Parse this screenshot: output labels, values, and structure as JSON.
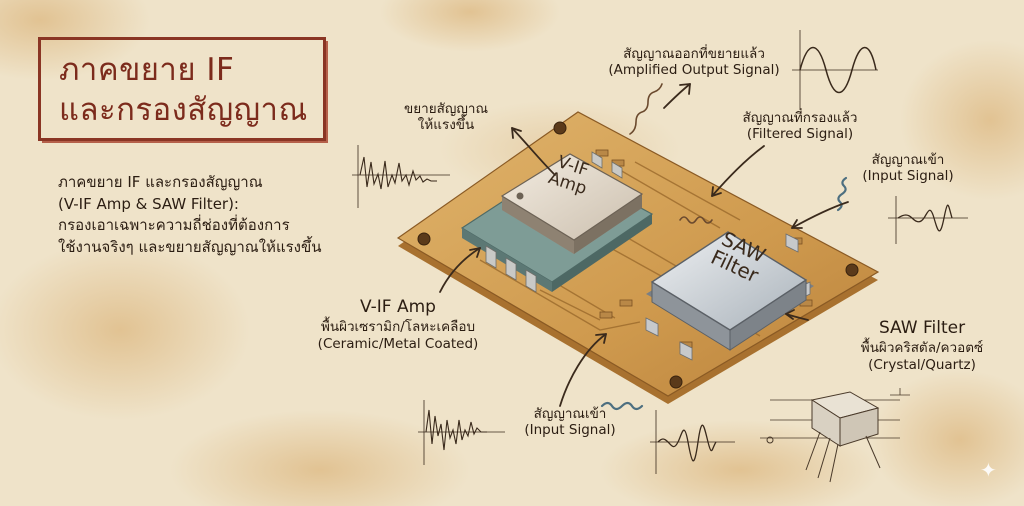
{
  "title": {
    "line1": "ภาคขยาย IF",
    "line2": "และกรองสัญญาณ"
  },
  "description": [
    "ภาคขยาย IF และกรองสัญญาณ",
    "(V-IF Amp & SAW Filter):",
    "กรองเอาเฉพาะความถี่ช่องที่ต้องการ",
    "ใช้งานจริงๆ และขยายสัญญาณให้แรงขึ้น"
  ],
  "labels": {
    "amplify": [
      "ขยายสัญญาณ",
      "ให้แรงขึ้น"
    ],
    "amplified_output": [
      "สัญญาณออกที่ขยายแล้ว",
      "(Amplified Output Signal)"
    ],
    "filtered": [
      "สัญญาณที่กรองแล้ว",
      "(Filtered Signal)"
    ],
    "input_right": [
      "สัญญาณเข้า",
      "(Input Signal)"
    ],
    "vif_amp": [
      "V-IF Amp",
      "พื้นผิวเซรามิก/โลหะเคลือบ",
      "(Ceramic/Metal Coated)"
    ],
    "saw_filter": [
      "SAW Filter",
      "พื้นผิวคริสตัล/ควอตซ์",
      "(Crystal/Quartz)"
    ],
    "input_bottom": [
      "สัญญาณเข้า",
      "(Input Signal)"
    ]
  },
  "chips": {
    "vif": [
      "V-IF",
      "Amp"
    ],
    "saw": [
      "SAW",
      "Filter"
    ]
  },
  "colors": {
    "title": "#7c2b1c",
    "frame": "#8a3524",
    "board": "#d7a862",
    "signal_wave": "#4d6f80",
    "ink": "#2b1d12"
  }
}
